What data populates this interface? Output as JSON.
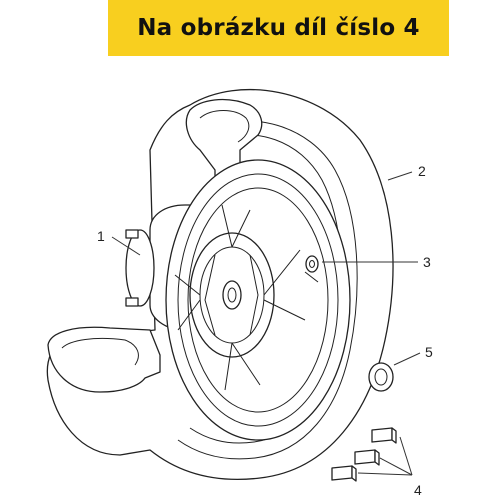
{
  "banner": {
    "title": "Na obrázku díl číslo 4"
  },
  "callouts": {
    "c1": "1",
    "c2": "2",
    "c3": "3",
    "c4": "4",
    "c5": "5"
  }
}
